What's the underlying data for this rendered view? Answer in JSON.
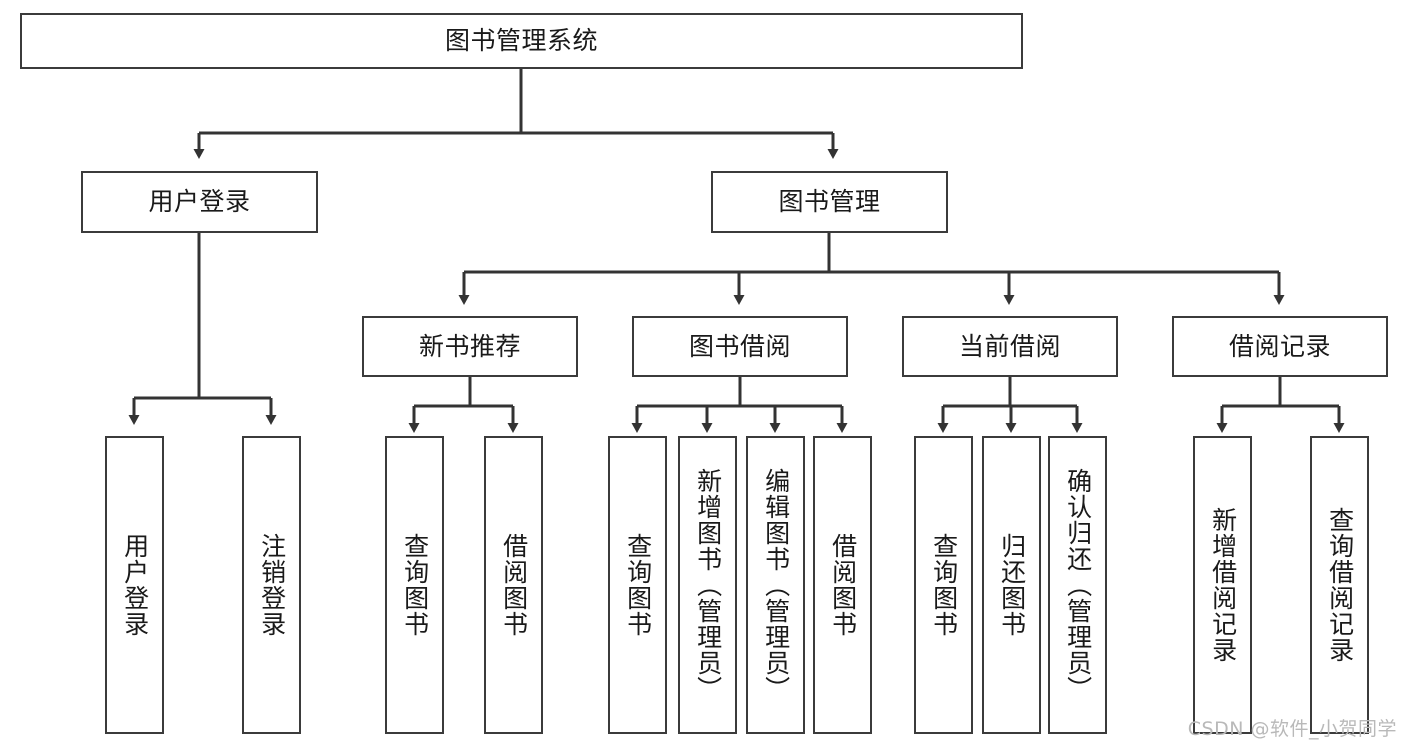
{
  "diagram": {
    "title": "图书管理系统",
    "type": "hierarchical-function-tree",
    "root": {
      "id": "root",
      "label": "图书管理系统"
    },
    "level2": [
      {
        "id": "user-login",
        "label": "用户登录"
      },
      {
        "id": "book-management",
        "label": "图书管理"
      }
    ],
    "level3": [
      {
        "id": "new-book-recommend",
        "label": "新书推荐",
        "parent": "book-management"
      },
      {
        "id": "book-borrow",
        "label": "图书借阅",
        "parent": "book-management"
      },
      {
        "id": "current-borrow",
        "label": "当前借阅",
        "parent": "book-management"
      },
      {
        "id": "borrow-record",
        "label": "借阅记录",
        "parent": "book-management"
      }
    ],
    "leaves": {
      "user_login": [
        {
          "id": "leaf-user-login",
          "label": "用户登录"
        },
        {
          "id": "leaf-user-logout",
          "label": "注销登录"
        }
      ],
      "new_book_recommend": [
        {
          "id": "leaf-query-book-1",
          "label": "查询图书"
        },
        {
          "id": "leaf-borrow-book-1",
          "label": "借阅图书"
        }
      ],
      "book_borrow": [
        {
          "id": "leaf-query-book-2",
          "label": "查询图书"
        },
        {
          "id": "leaf-add-book",
          "label": "新增图书（管理员）"
        },
        {
          "id": "leaf-edit-book",
          "label": "编辑图书（管理员）"
        },
        {
          "id": "leaf-borrow-book-2",
          "label": "借阅图书"
        }
      ],
      "current_borrow": [
        {
          "id": "leaf-query-book-3",
          "label": "查询图书"
        },
        {
          "id": "leaf-return-book",
          "label": "归还图书"
        },
        {
          "id": "leaf-confirm-return",
          "label": "确认归还（管理员）"
        }
      ],
      "borrow_record": [
        {
          "id": "leaf-add-record",
          "label": "新增借阅记录"
        },
        {
          "id": "leaf-query-record",
          "label": "查询借阅记录"
        }
      ]
    }
  },
  "watermark": {
    "text": "CSDN @软件_小贺同学"
  },
  "colors": {
    "border": "#3b3b3b",
    "background": "#ffffff",
    "text": "#1a1a1a",
    "wire": "#333333",
    "watermark": "#b9b9b9"
  }
}
